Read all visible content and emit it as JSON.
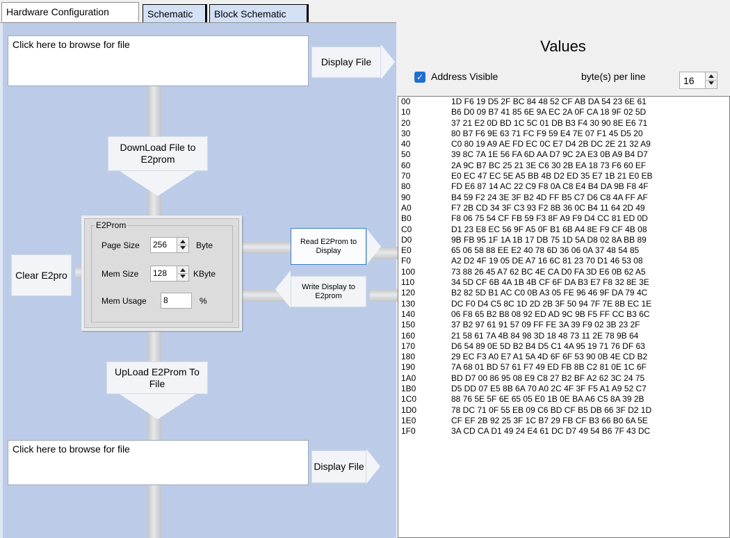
{
  "tabs": [
    {
      "label": "Hardware Configuration"
    },
    {
      "label": "Schematic"
    },
    {
      "label": "Block Schematic"
    }
  ],
  "left": {
    "browse_top": "Click here to browse for file",
    "display_file_top": "Display File",
    "download_btn": "DownLoad File to E2prom",
    "clear_btn": "Clear E2pro",
    "upload_btn": "UpLoad E2Prom To File",
    "browse_bottom": "Click here to browse for file",
    "display_file_bottom": "Display File",
    "read_btn": "Read E2Prom to Display",
    "write_btn": "Write Display to E2prom"
  },
  "e2prom": {
    "group_label": "E2Prom",
    "page_size_label": "Page Size",
    "page_size_value": "256",
    "page_size_unit": "Byte",
    "mem_size_label": "Mem Size",
    "mem_size_value": "128",
    "mem_size_unit": "KByte",
    "mem_usage_label": "Mem Usage",
    "mem_usage_value": "8",
    "mem_usage_unit": "%"
  },
  "right": {
    "title": "Values",
    "address_visible_label": "Address Visible",
    "address_visible_checked": true,
    "bytes_per_line_label": "byte(s) per line",
    "bytes_per_line_value": "16"
  },
  "colors": {
    "panel_bg": "#bccce8",
    "checkbox_accent": "#1f6fd1"
  },
  "hex_rows": [
    {
      "addr": "00",
      "bytes": "1D F6 19 D5 2F BC 84 48 52 CF AB DA 54 23 6E 61"
    },
    {
      "addr": "10",
      "bytes": "B6 D0 09 B7 41 85 6E 9A EC 2A 0F CA 18 9F 02 5D"
    },
    {
      "addr": "20",
      "bytes": "37 21 E2 0D BD 1C 5C 01 DB B3 F4 30 90 8E E6 71"
    },
    {
      "addr": "30",
      "bytes": "80 B7 F6 9E 63 71 FC F9 59 E4 7E 07 F1 45 D5 20"
    },
    {
      "addr": "40",
      "bytes": "C0 80 19 A9 AE FD EC 0C E7 D4 2B DC 2E 21 32 A9"
    },
    {
      "addr": "50",
      "bytes": "39 8C 7A 1E 56 FA 6D AA D7 9C 2A E3 0B A9 B4 D7"
    },
    {
      "addr": "60",
      "bytes": "2A 9C B7 BC 25 21 3E C6 30 2B EA 18 73 F6 60 EF"
    },
    {
      "addr": "70",
      "bytes": "E0 EC 47 EC 5E A5 BB 4B D2 ED 35 E7 1B 21 E0 EB"
    },
    {
      "addr": "80",
      "bytes": "FD E6 87 14 AC 22 C9 F8 0A C8 E4 B4 DA 9B F8 4F"
    },
    {
      "addr": "90",
      "bytes": "B4 59 F2 24 3E 3F B2 4D FF B5 C7 D6 C8 4A FF AF"
    },
    {
      "addr": "A0",
      "bytes": "F7 2B CD 34 3F C3 93 F2 8B 36 0C B4 11 64 2D 49"
    },
    {
      "addr": "B0",
      "bytes": "F8 06 75 54 CF FB 59 F3 8F A9 F9 D4 CC 81 ED 0D"
    },
    {
      "addr": "C0",
      "bytes": "D1 23 E8 EC 56 9F A5 0F B1 6B A4 8E F9 CF 4B 08"
    },
    {
      "addr": "D0",
      "bytes": "9B FB 95 1F 1A 1B 17 DB 75 1D 5A D8 02 8A BB 89"
    },
    {
      "addr": "E0",
      "bytes": "65 06 58 88 EE E2 40 78 6D 36 06 0A 37 48 54 85"
    },
    {
      "addr": "F0",
      "bytes": "A2 D2 4F 19 05 DE A7 16 6C 81 23 70 D1 46 53 08"
    },
    {
      "addr": "100",
      "bytes": "73 88 26 45 A7 62 BC 4E CA D0 FA 3D E6 0B 62 A5"
    },
    {
      "addr": "110",
      "bytes": "34 5D CF 6B 4A 1B 4B CF 6F DA B3 E7 F8 32 8E 3E"
    },
    {
      "addr": "120",
      "bytes": "B2 82 5D B1 AC C0 0B A3 05 FE 96 46 9F DA 79 4C"
    },
    {
      "addr": "130",
      "bytes": "DC F0 D4 C5 8C 1D 2D 2B 3F 50 94 7F 7E 8B EC 1E"
    },
    {
      "addr": "140",
      "bytes": "06 F8 65 B2 B8 08 92 ED AD 9C 9B F5 FF CC B3 6C"
    },
    {
      "addr": "150",
      "bytes": "37 B2 97 61 91 57 09 FF FE 3A 39 F9 02 3B 23 2F"
    },
    {
      "addr": "160",
      "bytes": "21 58 61 7A 4B 84 98 3D 18 48 73 11 2E 78 9B 64"
    },
    {
      "addr": "170",
      "bytes": "D6 54 89 0E 5D B2 B4 D5 C1 4A 95 19 71 76 DF 63"
    },
    {
      "addr": "180",
      "bytes": "29 EC F3 A0 E7 A1 5A 4D 6F 6F 53 90 0B 4E CD B2"
    },
    {
      "addr": "190",
      "bytes": "7A 68 01 BD 57 61 F7 49 ED FB 8B C2 81 0E 1C 6F"
    },
    {
      "addr": "1A0",
      "bytes": "BD D7 00 86 95 08 E9 C8 27 B2 BF A2 62 3C 24 75"
    },
    {
      "addr": "1B0",
      "bytes": "D5 DD 07 E5 8B 6A 70 A0 2C 4F 3F F5 A1 A9 52 C7"
    },
    {
      "addr": "1C0",
      "bytes": "88 76 5E 5F 6E 65 05 E0 1B 0E BA A6 C5 8A 39 2B"
    },
    {
      "addr": "1D0",
      "bytes": "78 DC 71 0F 55 EB 09 C6 BD CF B5 DB 66 3F D2 1D"
    },
    {
      "addr": "1E0",
      "bytes": "CF EF 2B 92 25 3F 1C B7 29 FB CF B3 66 B0 6A 5E"
    },
    {
      "addr": "1F0",
      "bytes": "3A CD CA D1 49 24 E4 61 DC D7 49 54 B6 7F 43 DC"
    }
  ]
}
